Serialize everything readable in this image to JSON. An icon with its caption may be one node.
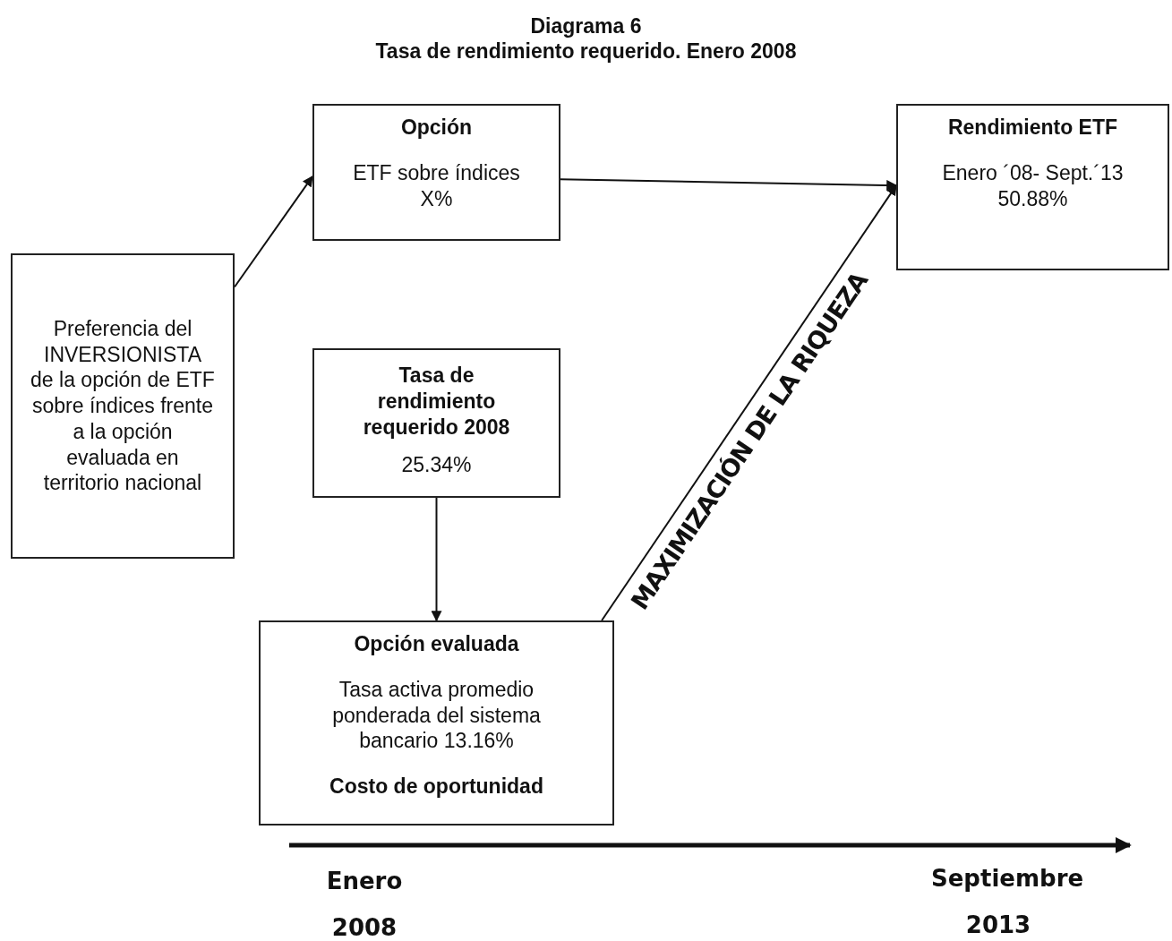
{
  "diagram": {
    "title": "Diagrama 6",
    "nodes": [
      {
        "text": [
          "Preferencia del INVERSIONISTA de la opción de ETF sobre índices frente a la opción evaluada en territorio nacional"
        ]
      },
      {
        "text": [
          "Opción",
          "ETF sobre índices X%"
        ]
      },
      {
        "text": [
          "Rendimiento ETF",
          "Enero ´08- Sept.´13 50.88%"
        ]
      },
      {
        "text": [
          "Tasa de rendimiento requerido 2008",
          "25.34%"
        ]
      },
      {
        "text": [
          "Opción evaluada",
          "Tasa activa promedio ponderada del sistema bancario 13.16%",
          "Costo de oportunidad"
        ]
      }
    ],
    "edges": [
      {
        "from": 0,
        "to": 1,
        "arrow": "to"
      },
      {
        "from": 1,
        "to": 2,
        "arrow": "to"
      },
      {
        "from": 3,
        "to": 4,
        "arrow": "to"
      },
      {
        "from": 4,
        "to": 2,
        "arrow": "to",
        "label": "MAXIMIZACIÓN DE LA RIQUEZA"
      }
    ],
    "labels": [
      "Tasa de rendimiento requerido. Enero 2008",
      "Enero 2008",
      "Septiembre 2013"
    ]
  }
}
